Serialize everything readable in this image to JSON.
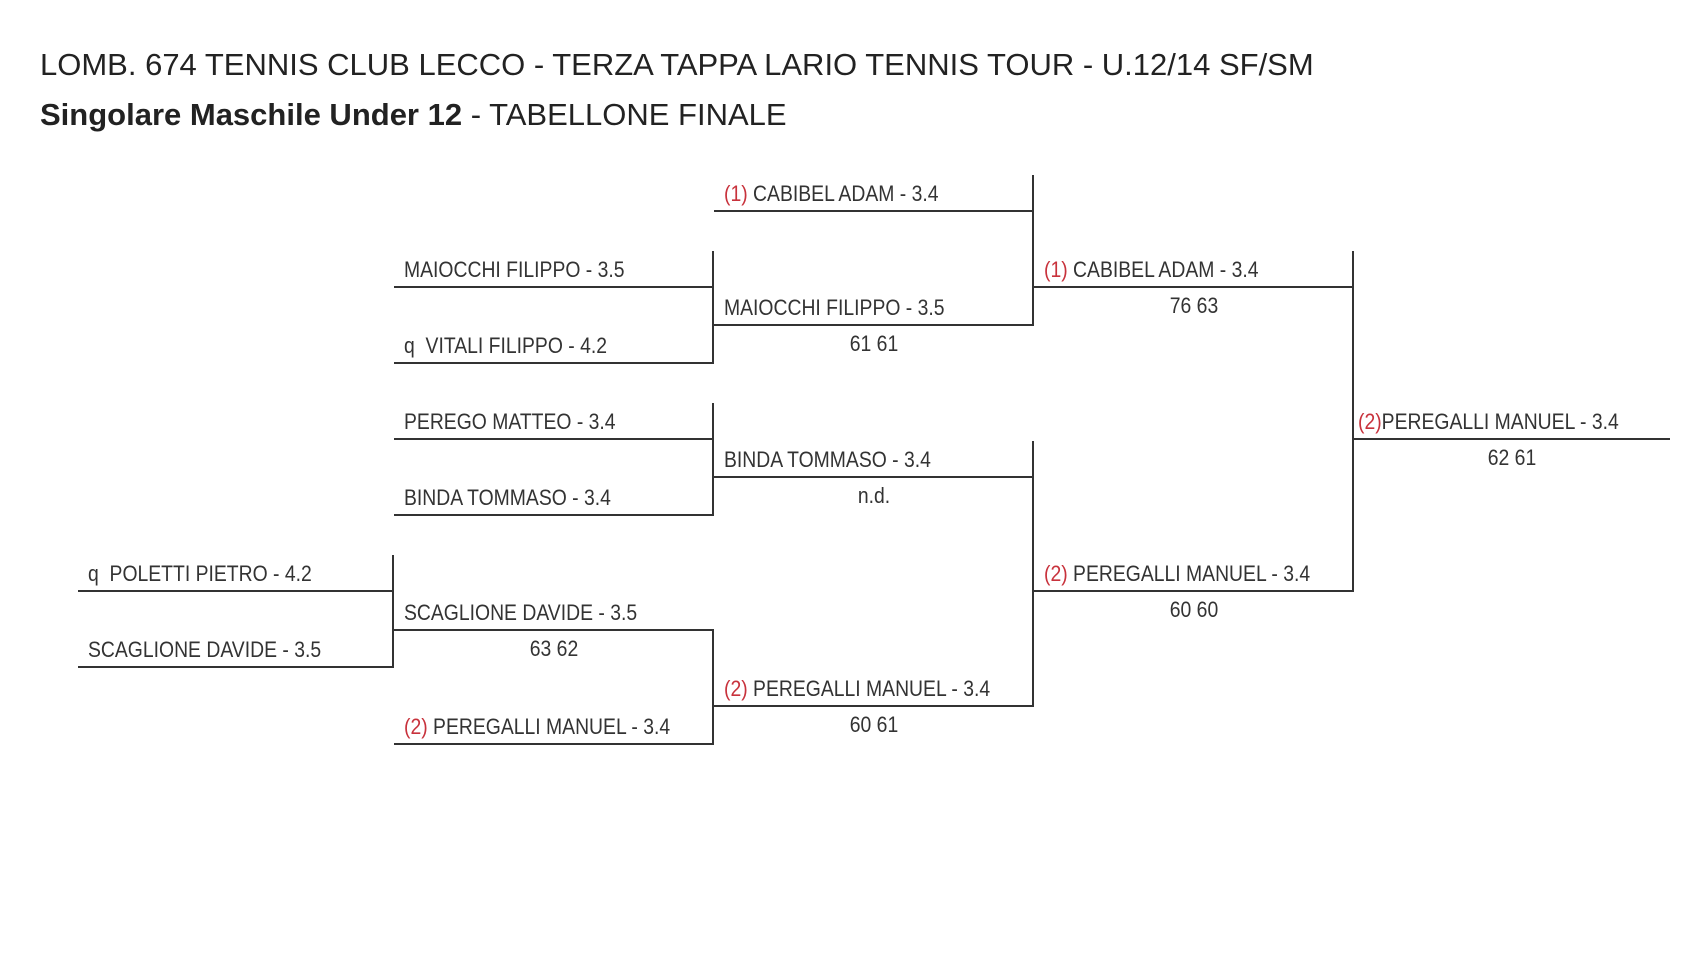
{
  "header": {
    "tournament": "LOMB. 674 TENNIS CLUB LECCO - TERZA TAPPA LARIO TENNIS TOUR - U.12/14 SF/SM",
    "event_bold": "Singolare Maschile Under 12",
    "event_rest": " - TABELLONE FINALE"
  },
  "bracket": {
    "r0": {
      "p1": {
        "seed": "",
        "prefix": "q  ",
        "name": "POLETTI PIETRO - 4.2"
      },
      "p2": {
        "seed": "",
        "prefix": "",
        "name": "SCAGLIONE DAVIDE - 3.5"
      }
    },
    "r1": [
      {
        "seed": "(1)",
        "prefix": " ",
        "name": "CABIBEL ADAM - 3.4"
      },
      {
        "seed": "",
        "prefix": "",
        "name": "MAIOCCHI FILIPPO - 3.5"
      },
      {
        "seed": "",
        "prefix": "q  ",
        "name": "VITALI FILIPPO - 4.2"
      },
      {
        "seed": "",
        "prefix": "",
        "name": "PEREGO MATTEO - 3.4"
      },
      {
        "seed": "",
        "prefix": "",
        "name": "BINDA TOMMASO - 3.4"
      },
      {
        "seed": "",
        "prefix": "",
        "name": "SCAGLIONE DAVIDE - 3.5",
        "score": "63 62"
      },
      {
        "seed": "(2)",
        "prefix": " ",
        "name": "PEREGALLI MANUEL - 3.4"
      }
    ],
    "r2": [
      {
        "seed": "",
        "prefix": "",
        "name": "MAIOCCHI FILIPPO - 3.5",
        "score": "61 61"
      },
      {
        "seed": "",
        "prefix": "",
        "name": "BINDA TOMMASO - 3.4",
        "score": "n.d."
      },
      {
        "seed": "(2)",
        "prefix": " ",
        "name": "PEREGALLI MANUEL - 3.4",
        "score": "60 61"
      }
    ],
    "r3": [
      {
        "seed": "(1)",
        "prefix": " ",
        "name": "CABIBEL ADAM - 3.4",
        "score": "76 63"
      },
      {
        "seed": "(2)",
        "prefix": " ",
        "name": "PEREGALLI MANUEL - 3.4",
        "score": "60 60"
      }
    ],
    "champion": {
      "seed": "(2)",
      "prefix": "",
      "name": "PEREGALLI MANUEL - 3.4",
      "score": "62 61"
    }
  }
}
